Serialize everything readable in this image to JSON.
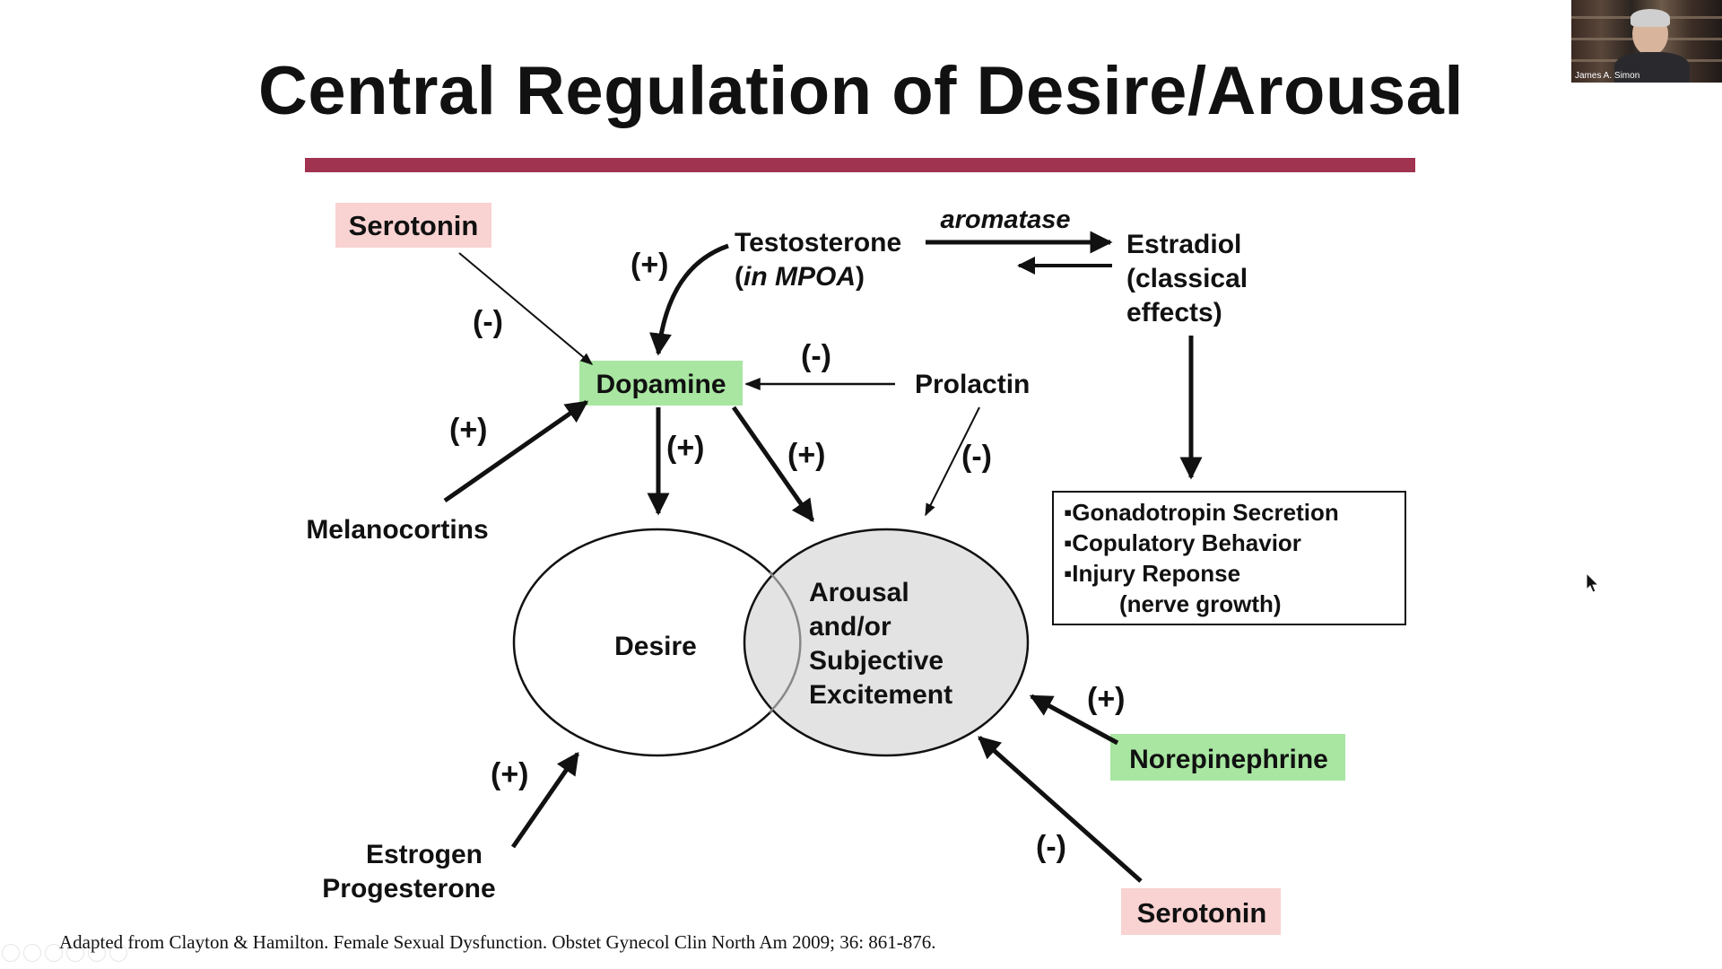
{
  "slide": {
    "title": "Central Regulation of Desire/Arousal",
    "citation": "Adapted from Clayton & Hamilton. Female Sexual Dysfunction. Obstet Gynecol Clin North Am 2009; 36: 861-876."
  },
  "diagram": {
    "nodes": {
      "serotonin_top": "Serotonin",
      "testosterone": "Testosterone",
      "in_mpoa_open": "(",
      "in_mpoa": "in MPOA",
      "in_mpoa_close": ")",
      "aromatase": "aromatase",
      "estradiol_line1": "Estradiol",
      "estradiol_line2": "(classical",
      "estradiol_line3": "effects)",
      "dopamine": "Dopamine",
      "prolactin": "Prolactin",
      "melanocortins": "Melanocortins",
      "desire": "Desire",
      "arousal_line1": "Arousal",
      "arousal_line2": "and/or",
      "arousal_line3": "Subjective",
      "arousal_line4": "Excitement",
      "norepinephrine": "Norepinephrine",
      "estrogen": "Estrogen",
      "progesterone": "Progesterone",
      "serotonin_bottom": "Serotonin"
    },
    "effects_box": [
      "▪Gonadotropin Secretion",
      "▪Copulatory Behavior",
      "▪Injury Reponse",
      "(nerve growth)"
    ],
    "signs": {
      "testosterone_to_dopamine": "(+)",
      "serotonin_to_dopamine": "(-)",
      "prolactin_to_dopamine": "(-)",
      "melanocortins_to_dopamine": "(+)",
      "dopamine_to_desire": "(+)",
      "dopamine_to_arousal": "(+)",
      "prolactin_to_arousal": "(-)",
      "norepinephrine_to_arousal": "(+)",
      "estrogen_to_desire": "(+)",
      "serotonin_to_arousal": "(-)"
    },
    "colors": {
      "serotonin_box": "#f9d2d2",
      "green_box": "#a8e6a1",
      "arousal_fill": "#e3e3e3",
      "title_bar": "#a0334f"
    }
  },
  "webcam": {
    "name": "James A. Simon"
  }
}
